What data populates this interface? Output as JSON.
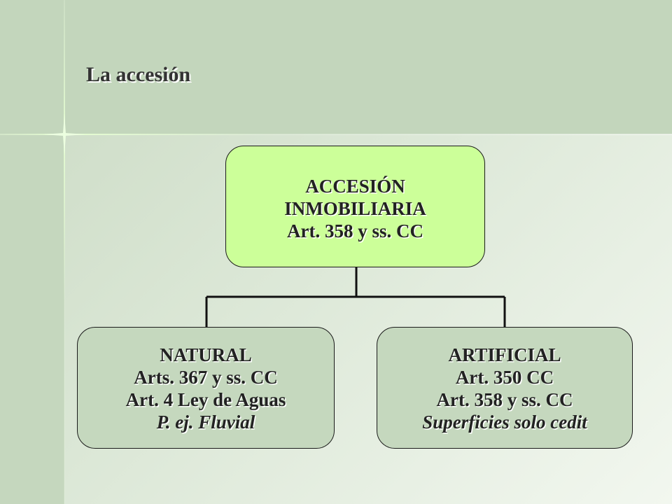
{
  "slide": {
    "title": "La accesión"
  },
  "diagram": {
    "root": {
      "lines": [
        "ACCESIÓN",
        "INMOBILIARIA",
        "Art. 358 y ss. CC"
      ]
    },
    "left": {
      "lines": [
        "NATURAL",
        "Arts. 367 y ss. CC",
        "Art. 4 Ley de Aguas"
      ],
      "italic": "P. ej. Fluvial"
    },
    "right": {
      "lines": [
        "ARTIFICIAL",
        "Art. 350 CC",
        "Art. 358 y ss. CC"
      ],
      "italic": "Superficies solo cedit"
    }
  },
  "colors": {
    "root_fill": "#ccff99",
    "child_fill": "#c5d8be",
    "background": "#c3d6bc"
  }
}
